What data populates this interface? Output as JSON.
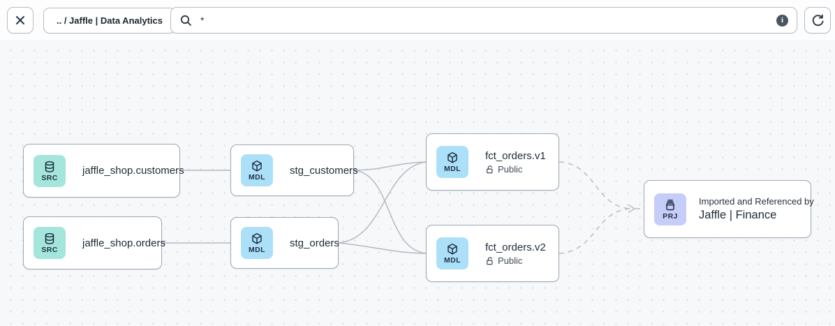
{
  "toolbar": {
    "breadcrumb": ".. / Jaffle | Data Analytics",
    "search_value": "*",
    "icons": [
      "close-icon",
      "search-icon",
      "info-icon",
      "refresh-icon"
    ]
  },
  "canvas": {
    "nodes": [
      {
        "type": "source",
        "badge": "SRC",
        "title": "jaffle_shop.customers"
      },
      {
        "type": "source",
        "badge": "SRC",
        "title": "jaffle_shop.orders"
      },
      {
        "type": "model",
        "badge": "MDL",
        "title": "stg_customers"
      },
      {
        "type": "model",
        "badge": "MDL",
        "title": "stg_orders"
      },
      {
        "type": "model",
        "badge": "MDL",
        "title": "fct_orders.v1",
        "access": "Public"
      },
      {
        "type": "model",
        "badge": "MDL",
        "title": "fct_orders.v2",
        "access": "Public"
      },
      {
        "type": "project",
        "badge": "PRJ",
        "pretitle": "Imported and Referenced by",
        "title": "Jaffle | Finance"
      }
    ],
    "edges": [
      {
        "from": "jaffle_shop.customers",
        "to": "stg_customers",
        "style": "solid"
      },
      {
        "from": "jaffle_shop.orders",
        "to": "stg_orders",
        "style": "solid"
      },
      {
        "from": "stg_customers",
        "to": "fct_orders.v1",
        "style": "solid"
      },
      {
        "from": "stg_customers",
        "to": "fct_orders.v2",
        "style": "solid"
      },
      {
        "from": "stg_orders",
        "to": "fct_orders.v1",
        "style": "solid"
      },
      {
        "from": "stg_orders",
        "to": "fct_orders.v2",
        "style": "solid"
      },
      {
        "from": "fct_orders.v1",
        "to": "Jaffle | Finance",
        "style": "dashed"
      },
      {
        "from": "fct_orders.v2",
        "to": "Jaffle | Finance",
        "style": "dashed"
      }
    ]
  },
  "colors": {
    "canvas_bg": "#f6f8fa",
    "dot_grid": "#d9dce1",
    "source_badge": "#a4e6db",
    "model_badge": "#ace0f9",
    "project_badge": "#c6cdf8",
    "edge": "#b4bac2",
    "node_border": "#9ea7b1",
    "info_circle": "#4a5561"
  }
}
